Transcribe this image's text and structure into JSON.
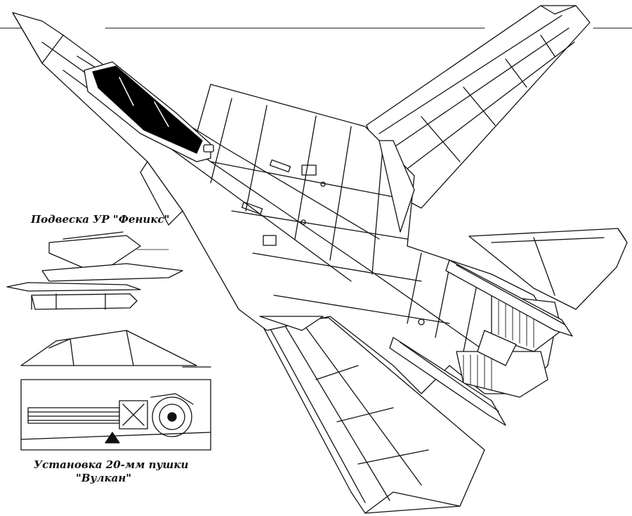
{
  "captions": {
    "phoenix_mount": "Подвеска УР \"Феникс\"",
    "gun_installation_line1": "Установка 20-мм пушки",
    "gun_installation_line2": "\"Вулкан\""
  },
  "colors": {
    "ink": "#111111",
    "paper": "#ffffff"
  }
}
